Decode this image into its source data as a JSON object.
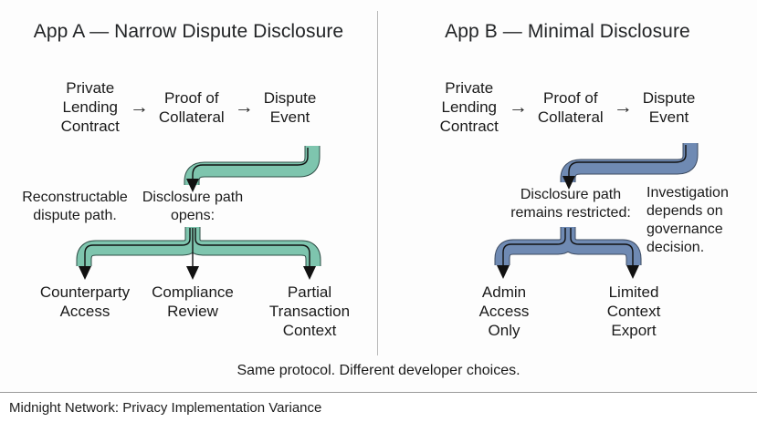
{
  "figure": {
    "caption": "Same protocol. Different developer choices.",
    "footer": "Midnight Network: Privacy Implementation Variance",
    "colors": {
      "green_band": "#7ec5ae",
      "green_band_edge": "#2f4f47",
      "blue_band": "#6f8ab3",
      "blue_band_edge": "#3c4a60",
      "line": "#1a1a1a",
      "divider": "#b9b9b9",
      "background": "#fdfdfd"
    }
  },
  "panels": [
    {
      "id": "app-a",
      "title": "App A — Narrow Dispute Disclosure",
      "flow": {
        "nodes": [
          "Private\nLending\nContract",
          "Proof of\nCollateral",
          "Dispute\nEvent"
        ],
        "arrow": "→"
      },
      "mid_left": "Reconstructable\ndispute path.",
      "mid_center": "Disclosure path\nopens:",
      "leaves": [
        "Counterparty\nAccess",
        "Compliance\nReview",
        "Partial\nTransaction\nContext"
      ]
    },
    {
      "id": "app-b",
      "title": "App B — Minimal Disclosure",
      "flow": {
        "nodes": [
          "Private\nLending\nContract",
          "Proof of\nCollateral",
          "Dispute\nEvent"
        ],
        "arrow": "→"
      },
      "mid_center": "Disclosure path\nremains restricted:",
      "mid_right": "Investigation\ndepends on\ngovernance\ndecision.",
      "leaves": [
        "Admin\nAccess\nOnly",
        "Limited\nContext\nExport"
      ]
    }
  ]
}
